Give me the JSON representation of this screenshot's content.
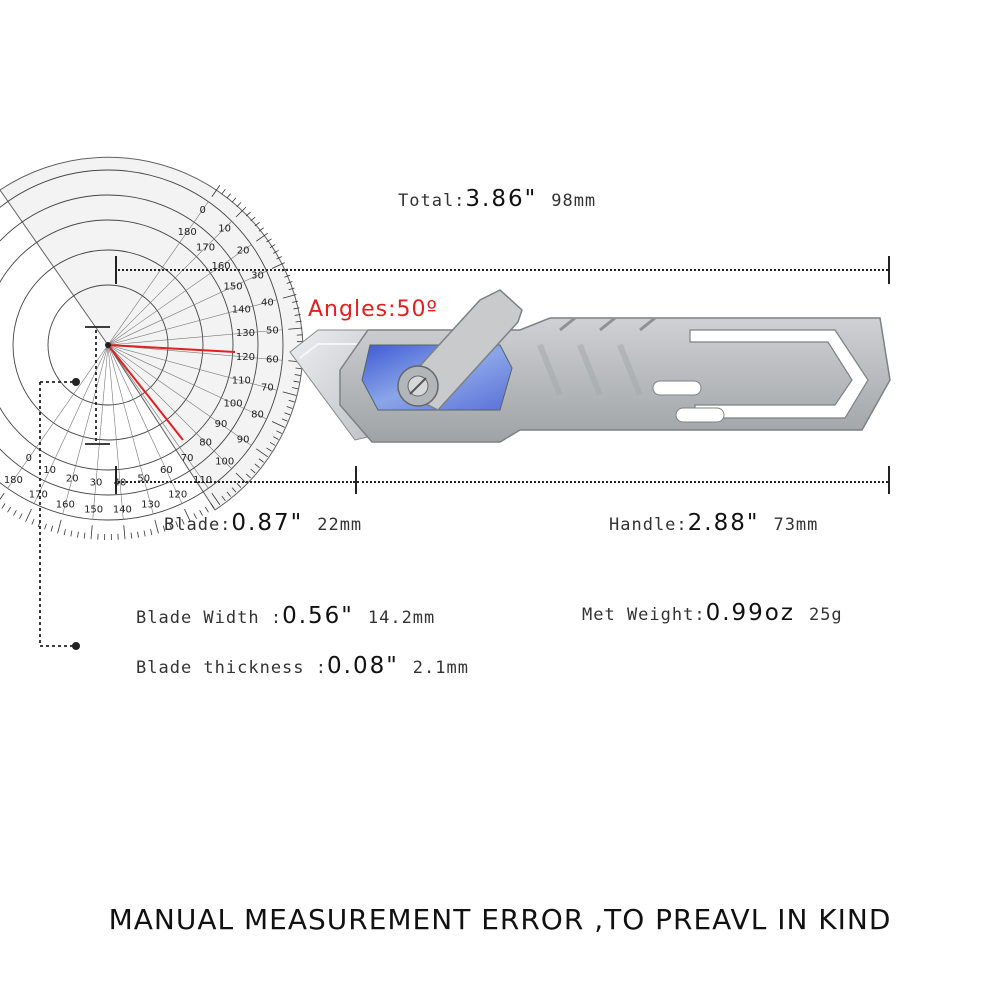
{
  "total": {
    "prefix": "Total:",
    "value": "3.86\"",
    "unit": "98mm"
  },
  "angle": {
    "label": "Angles:50º",
    "degrees": 50,
    "color": "#e02020"
  },
  "blade": {
    "prefix": "Blade:",
    "value": "0.87\"",
    "unit": "22mm"
  },
  "handle": {
    "prefix": "Handle:",
    "value": "2.88\"",
    "unit": "73mm"
  },
  "blade_width": {
    "prefix": "Blade Width :",
    "value": "0.56\"",
    "unit": "14.2mm"
  },
  "weight": {
    "prefix": "Met Weight:",
    "value": "0.99oz",
    "unit": "25g"
  },
  "blade_thickness": {
    "prefix": "Blade thickness :",
    "value": "0.08\"",
    "unit": "2.1mm"
  },
  "protractor": {
    "outer_scale": [
      "0",
      "10",
      "20",
      "30",
      "40",
      "50",
      "60",
      "70",
      "80",
      "90",
      "100",
      "110",
      "120",
      "130",
      "140",
      "150",
      "160",
      "170",
      "180"
    ],
    "inner_scale": [
      "180",
      "170",
      "160",
      "150",
      "140",
      "130",
      "120",
      "110",
      "100",
      "90",
      "80",
      "70",
      "60",
      "50",
      "40",
      "30",
      "20",
      "10",
      "0"
    ]
  },
  "footer": {
    "note": "MANUAL MEASUREMENT ERROR ,TO PREAVL IN KIND"
  },
  "colors": {
    "handle": "#b9bcbe",
    "inlay_start": "#4b63d8",
    "inlay_end": "#9ab2e6",
    "blade": "#d9dcdf"
  }
}
